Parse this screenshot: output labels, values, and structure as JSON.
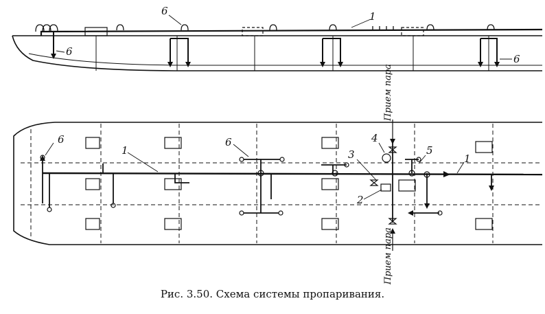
{
  "labels": {
    "steam_pipe": "1",
    "reducing_valve": "2",
    "shutoff_valve": "3",
    "manometer": "4",
    "branch_valve": "5",
    "steam_outlet": "6"
  },
  "steam_intake": "Прием пара",
  "caption": "Рис. 3.50. Схема системы пропаривания."
}
